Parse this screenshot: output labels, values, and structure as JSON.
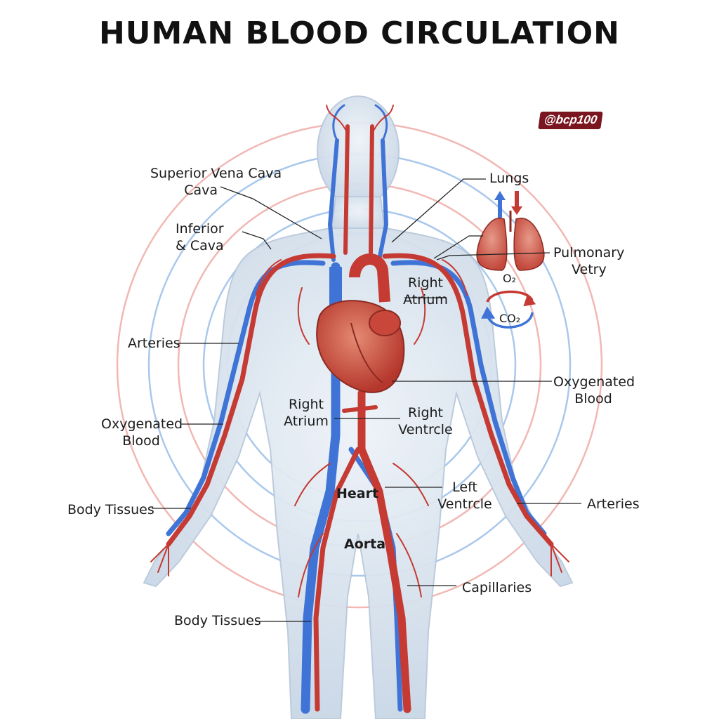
{
  "title": "HUMAN BLOOD CIRCULATION",
  "watermark": "@bcp100",
  "colors": {
    "artery": "#c53a32",
    "vein": "#3f74d6",
    "body": "#d6e2ef",
    "ring_red": "#f1b8b4",
    "ring_blue": "#a9c8ec"
  },
  "labels": {
    "superior_vena_cava": [
      "Superior Vena Cava",
      "Cava"
    ],
    "inferior_cava": [
      "Inferior",
      "& Cava"
    ],
    "arteries_left": "Arteries",
    "oxygenated_blood_left": [
      "Oxygenated",
      "Blood"
    ],
    "body_tissues_left": "Body Tissues",
    "body_tissues_bottom": "Body Tissues",
    "lungs": "Lungs",
    "pulmonary_vetry": [
      "Pulmonary",
      "Vetry"
    ],
    "o2": "O₂",
    "co2": "CO₂",
    "right_atrium_upper": [
      "Right",
      "Atrium"
    ],
    "oxygenated_blood_right": [
      "Oxygenated",
      "Blood"
    ],
    "right_atrium_lower": [
      "Right",
      "Atrium"
    ],
    "right_ventricle": [
      "Right",
      "Ventrcle"
    ],
    "left_ventricle": [
      "Left",
      "Ventrcle"
    ],
    "heart": "Heart",
    "aorta": "Aorta",
    "arteries_right": "Arteries",
    "capillaries": "Capillaries"
  }
}
